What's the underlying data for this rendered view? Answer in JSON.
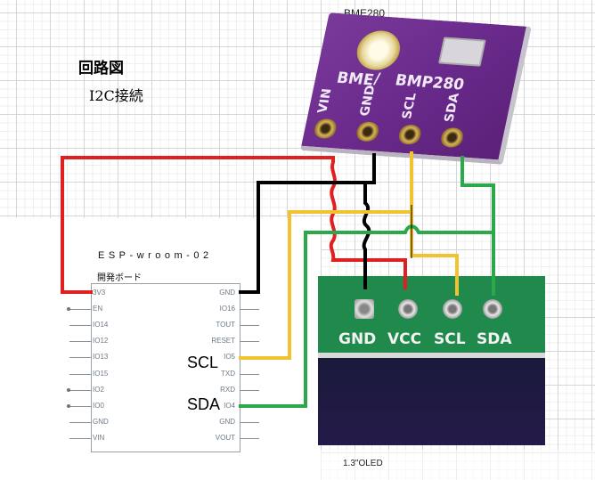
{
  "title": "回路図",
  "subtitle": "I2C接続",
  "sensor": {
    "label": "BME280",
    "board_text": "BME/BMP280",
    "board_text_left": "BME",
    "board_text_right": "BMP280",
    "pins": [
      "VIN",
      "GND",
      "SCL",
      "SDA"
    ],
    "board_color": "#6a2b8c"
  },
  "mcu": {
    "title": "ESP-wroom-02",
    "subtitle": "開発ボード",
    "left_pins": [
      "3V3",
      "EN",
      "IO14",
      "IO12",
      "IO13",
      "IO15",
      "IO2",
      "IO0",
      "GND",
      "VIN"
    ],
    "right_pins": [
      "GND",
      "IO16",
      "TOUT",
      "RESET",
      "IO5",
      "TXD",
      "RXD",
      "IO4",
      "GND",
      "VOUT"
    ],
    "annotations": {
      "scl": "SCL",
      "sda": "SDA"
    }
  },
  "display": {
    "label": "1.3\"OLED",
    "pins": [
      "GND",
      "VCC",
      "SCL",
      "SDA"
    ],
    "pcb_color": "#1f8a4c"
  },
  "wires": [
    {
      "name": "power",
      "color": "#e02020",
      "from": "3V3",
      "to_sensor": "VIN",
      "to_display": "VCC"
    },
    {
      "name": "ground",
      "color": "#000000",
      "from": "GND",
      "to_sensor": "GND",
      "to_display": "GND"
    },
    {
      "name": "scl",
      "color": "#f2c230",
      "from": "IO5",
      "to_sensor": "SCL",
      "to_display": "SCL"
    },
    {
      "name": "sda",
      "color": "#2aa84a",
      "from": "IO4",
      "to_sensor": "SDA",
      "to_display": "SDA"
    }
  ]
}
